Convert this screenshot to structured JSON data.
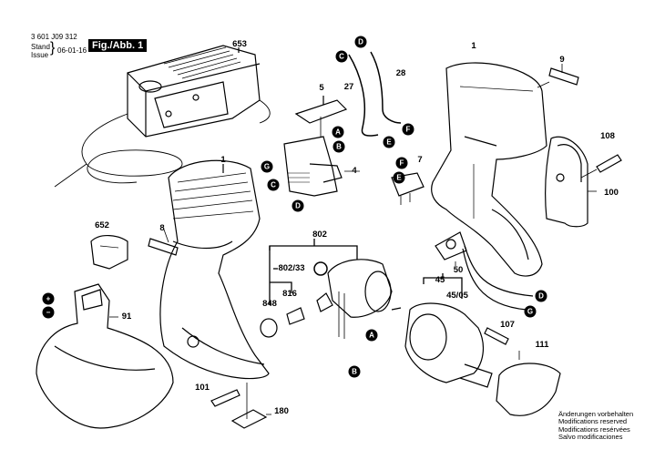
{
  "header": {
    "part_number": "3 601 J09 312",
    "stand_label": "Stand",
    "issue_label": "Issue",
    "date": "06-01-16",
    "figure_label": "Fig./Abb. 1"
  },
  "part_labels": {
    "charger": "653",
    "housing_shell_left": "1",
    "housing_shell_right": "1",
    "nameplate_8": "8",
    "nameplate_9": "9",
    "switch_cover": "5",
    "switch": "4",
    "cable_27": "27",
    "cable_28": "28",
    "connector_7": "7",
    "screw_108": "108",
    "belt_clip": "100",
    "battery_cap": "652",
    "battery": "91",
    "motor_group": "802",
    "motor_ring": "802/33",
    "brush_holder": "816",
    "cap_848": "848",
    "led_board": "50",
    "gear_group": "45",
    "gear_sub": "45/05",
    "screw_107": "107",
    "boot_111": "111",
    "screw_101": "101",
    "label_180": "180"
  },
  "connectors": {
    "A": "A",
    "B": "B",
    "C": "C",
    "D": "D",
    "E": "E",
    "F": "F",
    "G": "G",
    "plus": "+",
    "minus": "−"
  },
  "notes": [
    "Änderungen vorbehalten",
    "Modifications reserved",
    "Modifications resérvées",
    "Salvo modificaciones"
  ]
}
